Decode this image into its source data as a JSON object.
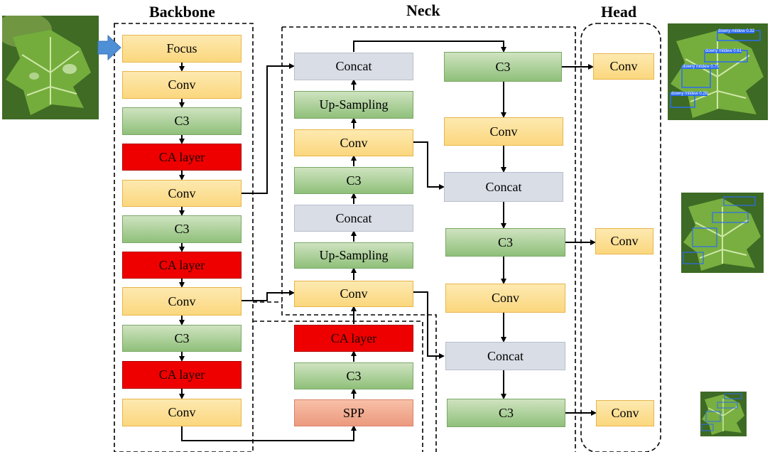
{
  "sections": {
    "backbone": "Backbone",
    "neck": "Neck",
    "head": "Head"
  },
  "backbone": {
    "blocks": [
      "Focus",
      "Conv",
      "C3",
      "CA layer",
      "Conv",
      "C3",
      "CA layer",
      "Conv",
      "C3",
      "CA layer",
      "Conv"
    ]
  },
  "neck": {
    "middle_column": [
      "Concat",
      "Up-Sampling",
      "Conv",
      "C3",
      "Concat",
      "Up-Sampling",
      "Conv"
    ],
    "spp_branch": [
      "CA layer",
      "C3",
      "SPP"
    ],
    "right_column": [
      "C3",
      "Conv",
      "Concat",
      "C3",
      "Conv",
      "Concat",
      "C3"
    ]
  },
  "head": {
    "blocks": [
      "Conv",
      "Conv",
      "Conv"
    ]
  },
  "detection_labels": [
    "downy mildew 0.32",
    "downy mildew 0.61",
    "downy mildew 0.75",
    "downy mildew 0.28"
  ],
  "colors": {
    "conv": "#fbd77e",
    "c3": "#8fc07a",
    "concat": "#d9dde6",
    "ca_layer": "#ee0000",
    "spp": "#ec9a7e",
    "input_arrow": "#4f8fd6"
  }
}
